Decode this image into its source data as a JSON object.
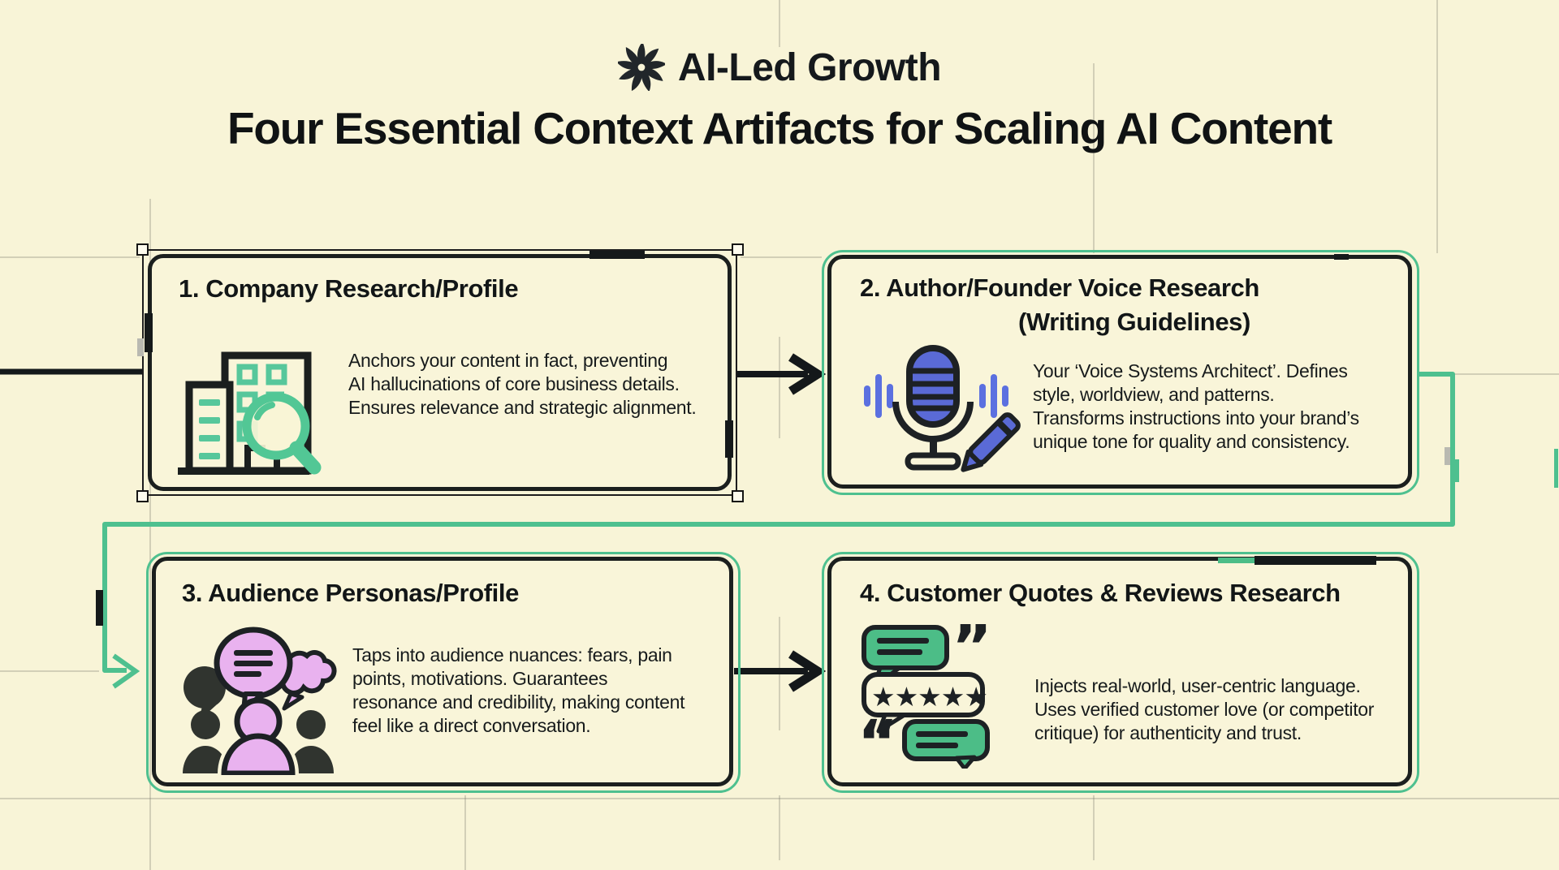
{
  "header": {
    "brand": "AI-Led Growth",
    "title": "Four Essential Context Artifacts for Scaling AI Content"
  },
  "cards": [
    {
      "title": "1. Company Research/Profile",
      "subtitle": "",
      "body": "Anchors your content in fact, preventing\nAI hallucinations of core business details.\nEnsures relevance and strategic alignment.",
      "icon": "company-buildings-magnifier-icon",
      "selected": true
    },
    {
      "title": "2. Author/Founder Voice Research",
      "subtitle": "(Writing Guidelines)",
      "body": "Your ‘Voice Systems Architect’. Defines\nstyle, worldview, and patterns.\nTransforms instructions into your brand’s\nunique tone for quality and consistency.",
      "icon": "microphone-pen-icon",
      "selected": false
    },
    {
      "title": "3. Audience Personas/Profile",
      "subtitle": "",
      "body": "Taps into audience nuances: fears, pain\npoints, motivations. Guarantees\nresonance and credibility, making content\nfeel like a direct conversation.",
      "icon": "audience-personas-icon",
      "selected": false
    },
    {
      "title": "4. Customer Quotes & Reviews Research",
      "subtitle": "",
      "body": "Injects real-world, user-centric language.\nUses verified customer love (or competitor\ncritique) for authenticity and trust.",
      "icon": "customer-quotes-reviews-icon",
      "selected": false
    }
  ],
  "icons": {
    "logo": "pinwheel-logo-icon",
    "stars": "★★★★★",
    "quote_open": "“",
    "quote_close": "”"
  },
  "colors": {
    "background": "#f8f4d7",
    "card_background": "#f9f5d9",
    "ink": "#1b1f1e",
    "green_accent": "#4ec08f",
    "blue_accent": "#5a6ad6",
    "pink_accent": "#e9b2ef"
  }
}
